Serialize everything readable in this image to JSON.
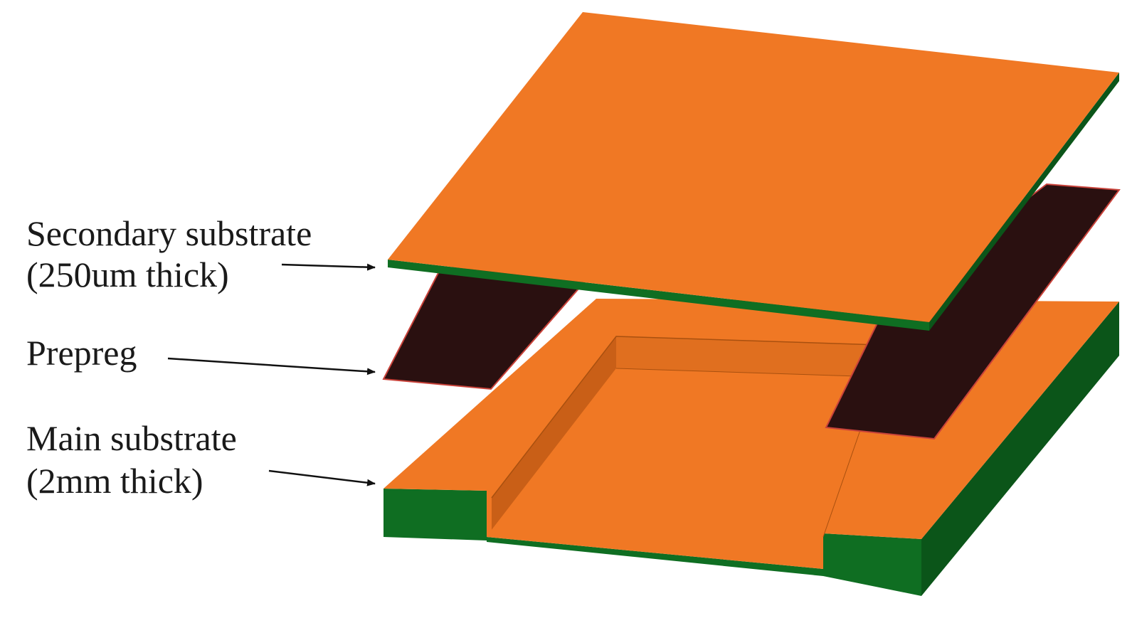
{
  "labels": {
    "secondary": {
      "line1": "Secondary substrate",
      "line2": "(250um thick)"
    },
    "prepreg": {
      "line1": "Prepreg"
    },
    "main": {
      "line1": "Main substrate",
      "line2": "(2mm thick)"
    }
  },
  "colors": {
    "copper": "#f07824",
    "copper_dark": "#d8681c",
    "copper_wall": "#c95f17",
    "dielectric_green": "#0f6e22",
    "dielectric_green_dark": "#0b5519",
    "prepreg": "#2a1010",
    "prepreg_edge": "#c8423a",
    "arrow": "#111111"
  }
}
